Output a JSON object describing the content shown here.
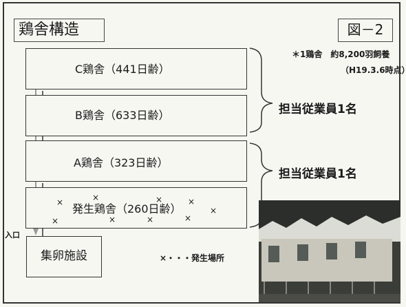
{
  "title": "鶏舎構造",
  "figure_label": "図－2",
  "note": {
    "line1": "＊1鶏舎　約8,200羽飼養",
    "line2": "（H19.3.6時点）"
  },
  "houses": [
    {
      "label": "C鶏舎（441日齢）"
    },
    {
      "label": "B鶏舎（633日齢）"
    },
    {
      "label": "A鶏舎（323日齢）"
    },
    {
      "label": "発生鶏舎（260日齢）"
    }
  ],
  "staff": [
    {
      "label": "担当従業員1名"
    },
    {
      "label": "担当従業員1名"
    }
  ],
  "entrance": "入口",
  "egg_facility": "集卵施設",
  "legend": "×・・・発生場所",
  "outbreak_mark": "×",
  "colors": {
    "arrow": "#9a9a9a",
    "line": "#333333",
    "background": "#f7f7f2"
  }
}
